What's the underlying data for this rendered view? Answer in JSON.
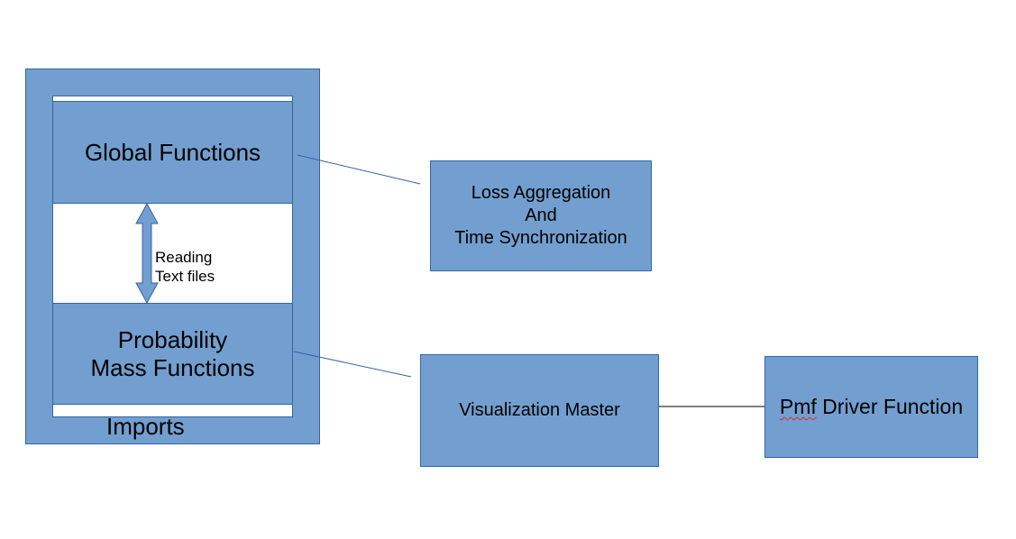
{
  "container": {
    "label": "Imports"
  },
  "global_functions": {
    "label": "Global Functions"
  },
  "pmf_box": {
    "line1": "Probability",
    "line2": "Mass Functions"
  },
  "arrow_label": {
    "line1": "Reading",
    "line2": "Text files"
  },
  "loss_box": {
    "line1": "Loss Aggregation",
    "line2": "And",
    "line3": "Time Synchronization"
  },
  "viz_box": {
    "label": "Visualization Master"
  },
  "pmf_driver": {
    "word1": "Pmf",
    "rest": " Driver Function"
  },
  "colors": {
    "box_fill": "#729fcf",
    "box_border": "#3465a4",
    "connector": "#3465a4"
  }
}
